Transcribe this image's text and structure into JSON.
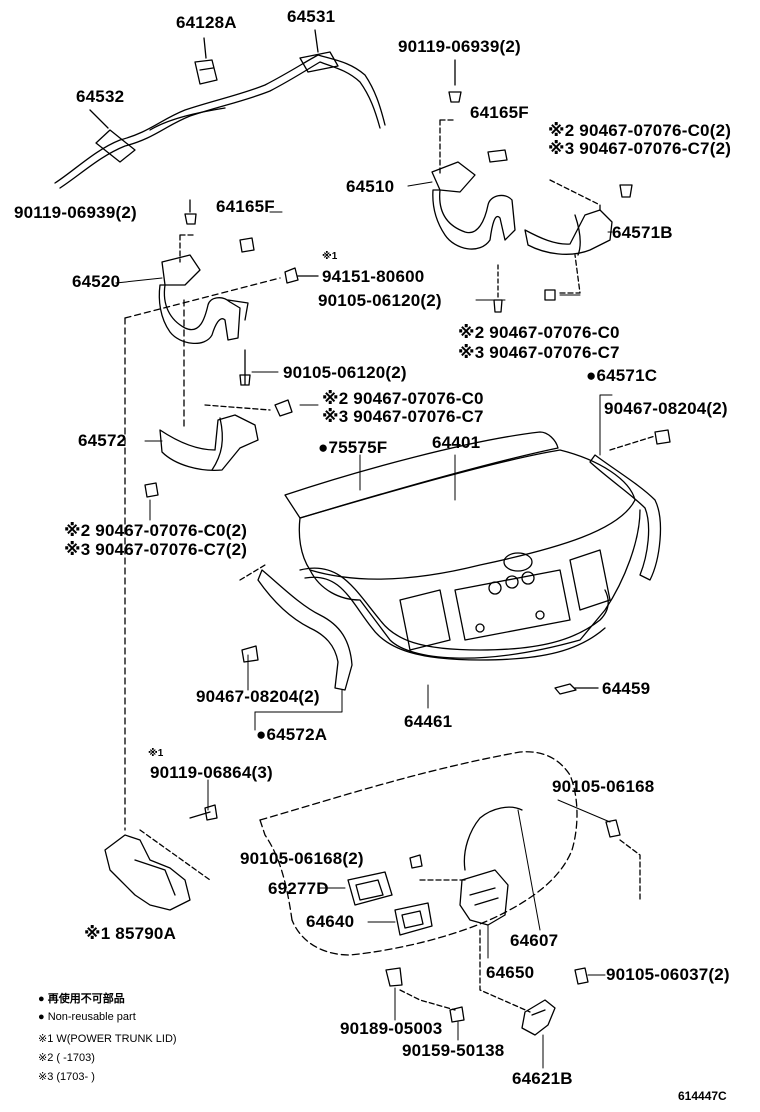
{
  "labels": {
    "p64128a": "64128A",
    "p64531": "64531",
    "p64532": "64532",
    "p90119_06939_top": "90119-06939(2)",
    "p64165f_top": "64165F",
    "p90119_06939_left": "90119-06939(2)",
    "p64165f_left": "64165F",
    "p64520": "64520",
    "mark1_a": "※1",
    "p94151": "94151-80600",
    "p90105_06120_mid": "90105-06120(2)",
    "p90105_06120_left": "90105-06120(2)",
    "p64510": "64510",
    "p90467_c0_tr": "※2 90467-07076-C0(2)",
    "p90467_c7_tr": "※3 90467-07076-C7(2)",
    "p64571b": "64571B",
    "p90467_c0_mr": "※2 90467-07076-C0",
    "p90467_c7_mr": "※3 90467-07076-C7",
    "p64571c": "●64571C",
    "p90467_08204_r": "90467-08204(2)",
    "p90467_c0_ml": "※2 90467-07076-C0",
    "p90467_c7_ml": "※3 90467-07076-C7",
    "p64572": "64572",
    "p75575f": "●75575F",
    "p64401": "64401",
    "p90467_c0_ll": "※2 90467-07076-C0(2)",
    "p90467_c7_ll": "※3 90467-07076-C7(2)",
    "p90467_08204_l": "90467-08204(2)",
    "p64572a": "●64572A",
    "p64461": "64461",
    "p64459": "64459",
    "mark1_b": "※1",
    "p90119_06864": "90119-06864(3)",
    "p90105_06168_r": "90105-06168",
    "p90105_06168_l": "90105-06168(2)",
    "p69277d": "69277D",
    "p64640": "64640",
    "p64607": "64607",
    "p64650": "64650",
    "p85790a": "※1 85790A",
    "p90105_06037": "90105-06037(2)",
    "p90189_05003": "90189-05003",
    "p90159_50138": "90159-50138",
    "p64621b": "64621B"
  },
  "legend": {
    "line1": "● 再使用不可部品",
    "line2": "● Non-reusable part",
    "line3": "※1 W(POWER TRUNK LID)",
    "line4": "※2 (        -1703)",
    "line5": "※3 (1703-        )"
  },
  "figure_id": "614447C"
}
